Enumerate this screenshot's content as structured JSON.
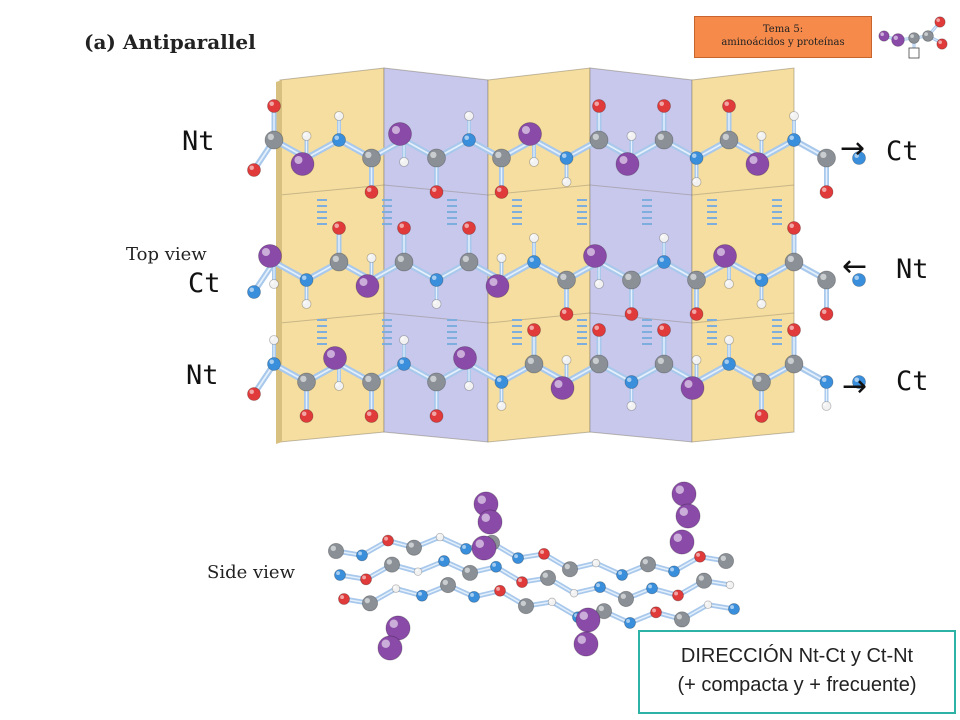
{
  "heading": "(a) Antiparallel",
  "tema": {
    "line1": "Tema 5:",
    "line2": "aminoácidos y proteínas"
  },
  "views": {
    "top": "Top view",
    "side": "Side view"
  },
  "strands": [
    {
      "left": "Nt",
      "right": "Ct",
      "arrow": "→"
    },
    {
      "left": "Ct",
      "right": "Nt",
      "arrow": "←"
    },
    {
      "left": "Nt",
      "right": "Ct",
      "arrow": "→"
    }
  ],
  "summary": {
    "line1": "DIRECCIÓN Nt-Ct y Ct-Nt",
    "line2": "(+ compacta y + frecuente)"
  },
  "colors": {
    "panel_tan": "#f5dea0",
    "panel_lavender": "#c8c8ec",
    "carbon": "#8a9096",
    "nitrogen": "#3a8fdc",
    "oxygen": "#e03a3a",
    "hydrogen": "#f2f2f2",
    "r_group": "#8a4aa8",
    "bond": "#a8c8ec",
    "hbond": "#7eaede",
    "accent_box": "#f58a4b",
    "summary_border": "#2cb3a6"
  },
  "icons": [
    "amino-acid-structure-icon"
  ]
}
